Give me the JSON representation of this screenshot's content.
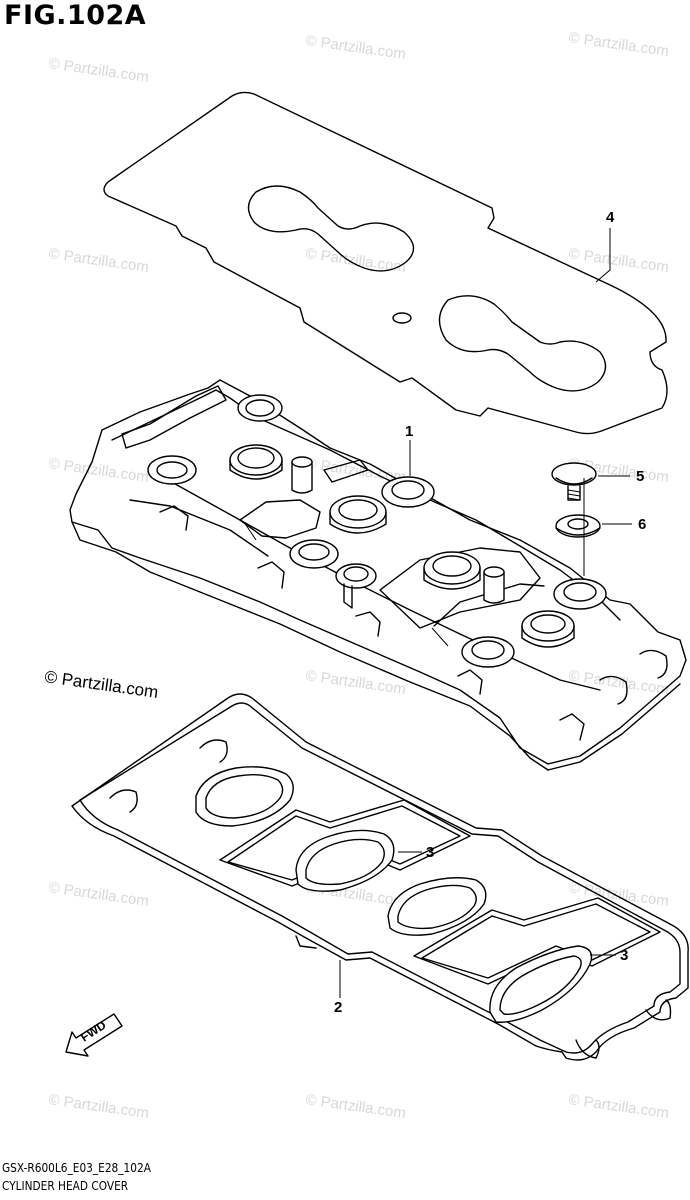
{
  "figure_title": "FIG.102A",
  "watermark_text": "© Partzilla.com",
  "credit_text": "© Partzilla.com",
  "callouts": [
    "1",
    "2",
    "3",
    "3",
    "4",
    "5",
    "6"
  ],
  "fwd_label": "FWD",
  "footer": {
    "code": "GSX-R600L6_E03_E28_102A",
    "name": "CYLINDER HEAD COVER"
  }
}
